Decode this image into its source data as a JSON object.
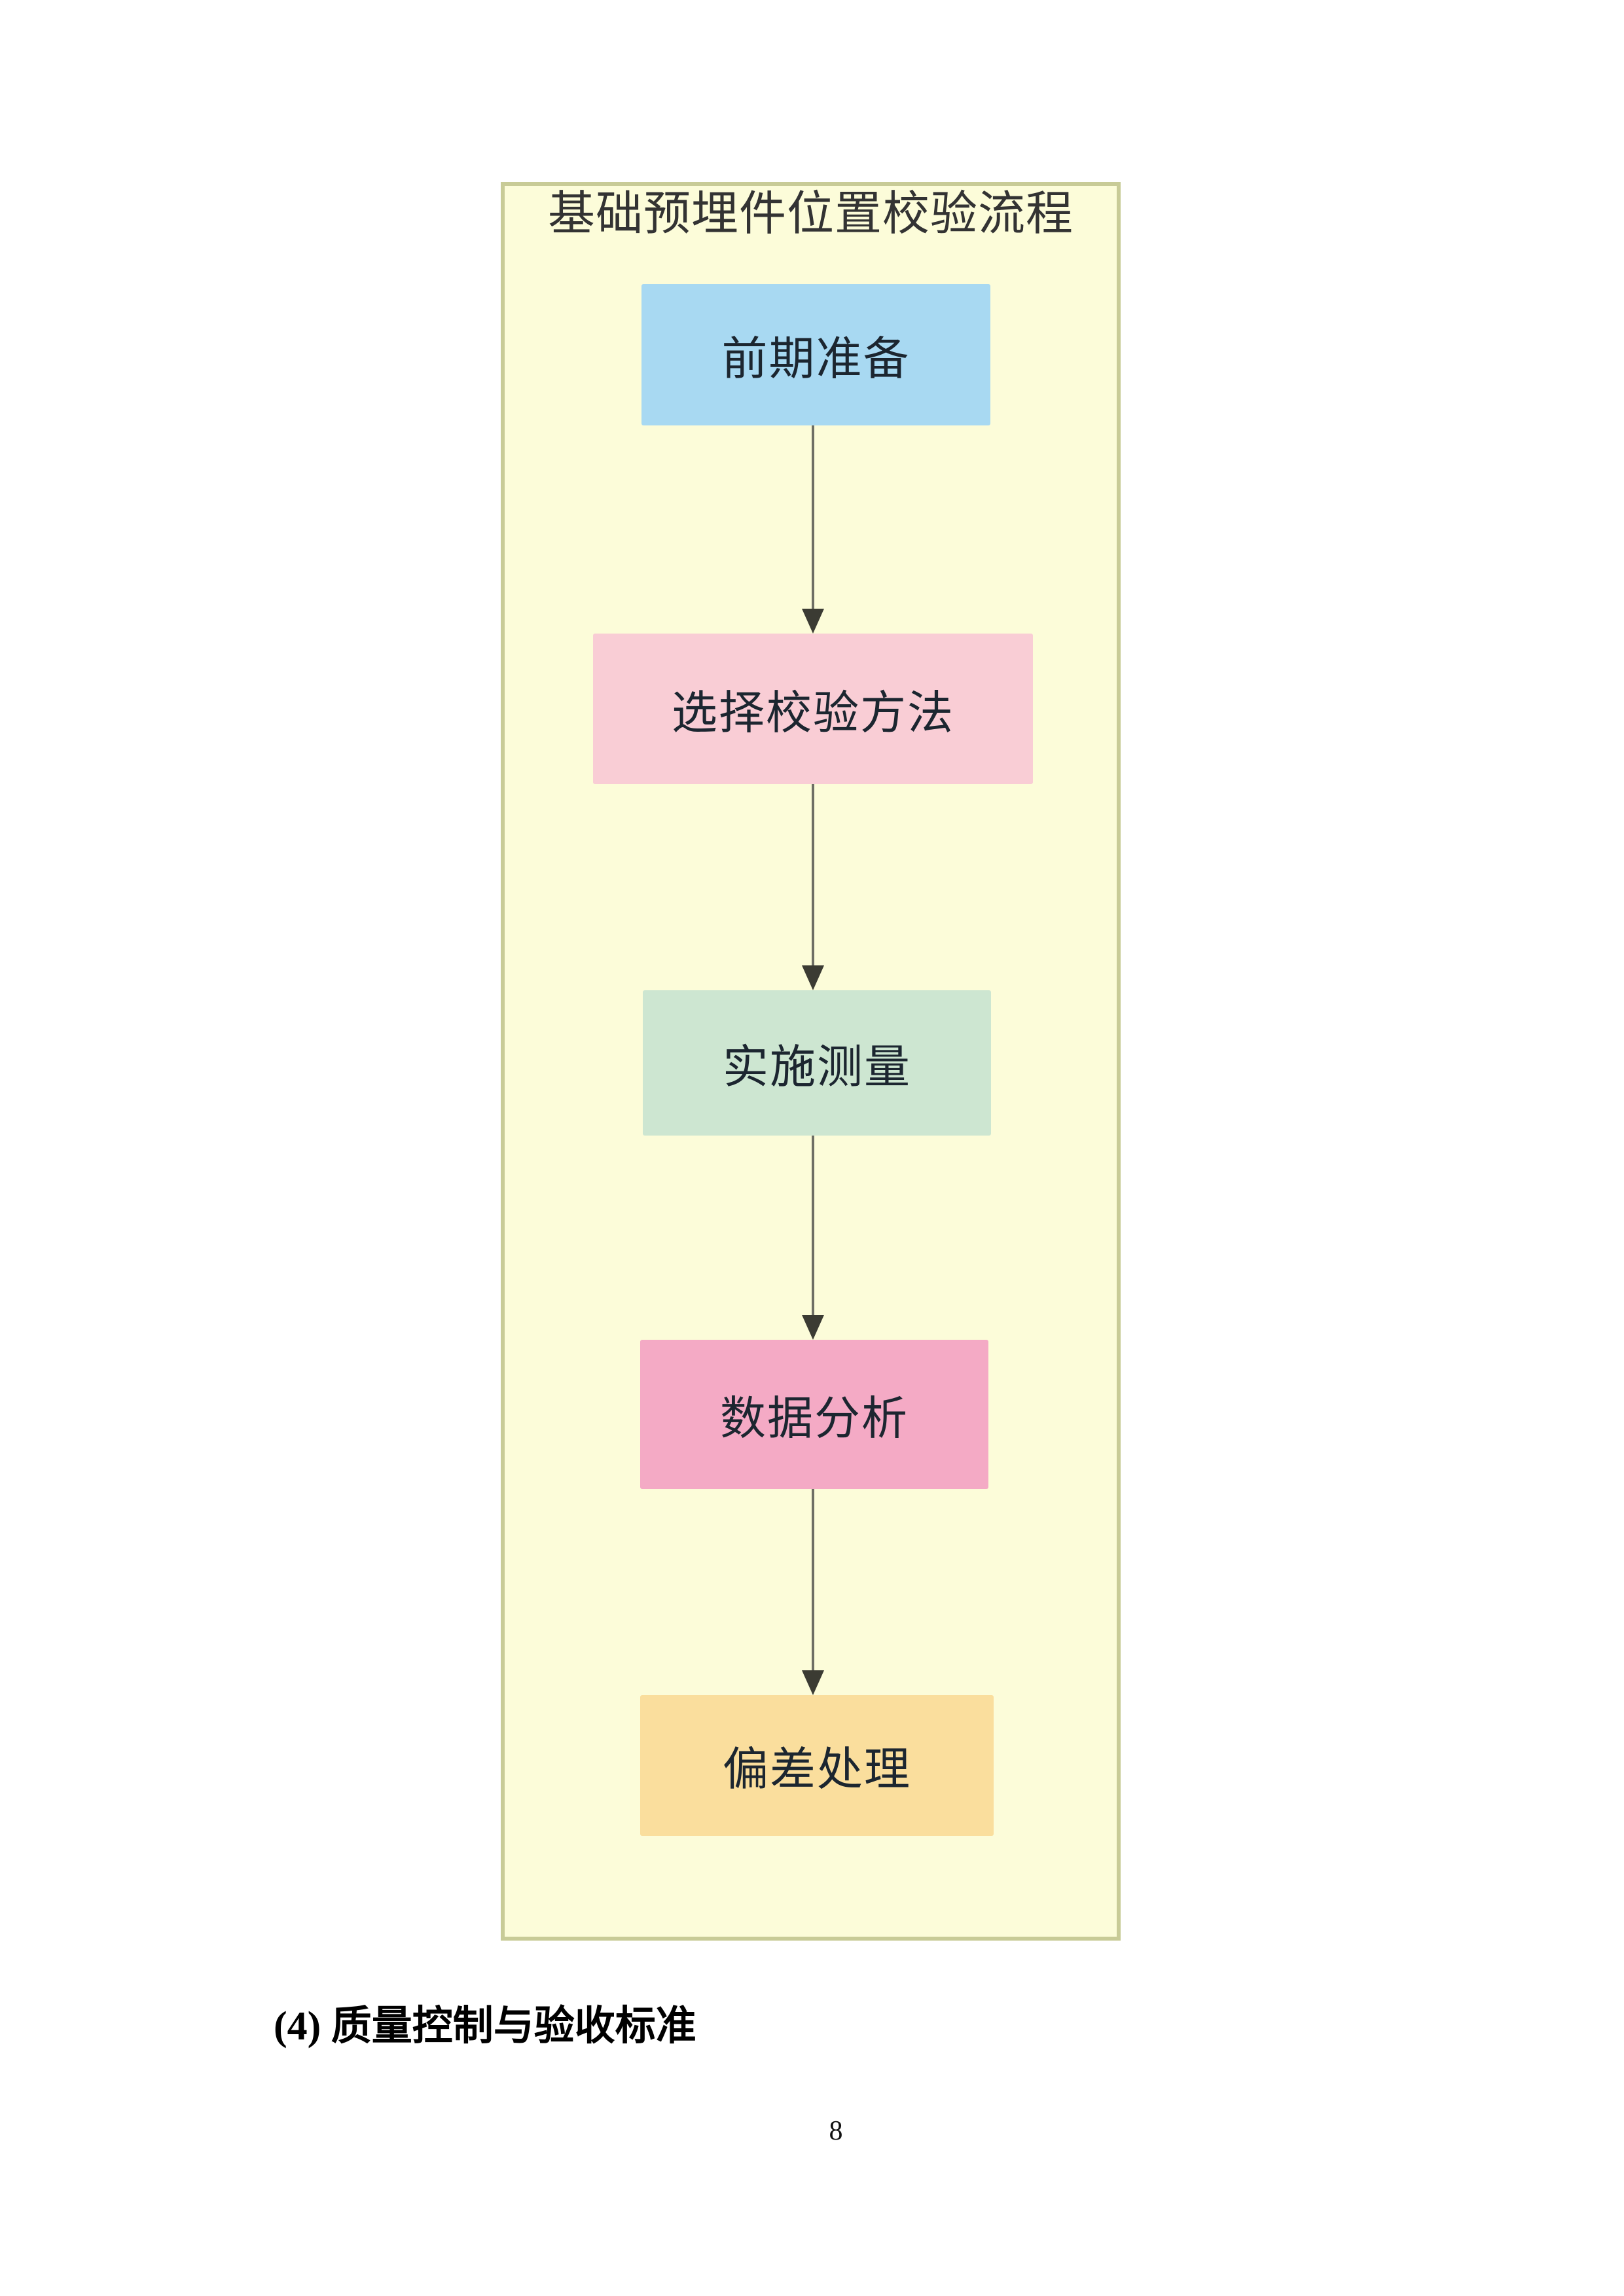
{
  "page": {
    "background": "#ffffff",
    "page_number": "8"
  },
  "section_heading": {
    "text": "(4) 质量控制与验收标准"
  },
  "flowchart": {
    "title": "基础预埋件位置校验流程",
    "panel_background": "#fcfcd9",
    "panel_border_color": "#c8cb97",
    "arrow_line_color": "#6e6e64",
    "arrow_head_color": "#3b3b33",
    "node_text_color": "#1c2630",
    "steps": [
      {
        "label": "前期准备",
        "color": "#a8d9f2"
      },
      {
        "label": "选择校验方法",
        "color": "#f9cdd5"
      },
      {
        "label": "实施测量",
        "color": "#cde6d1"
      },
      {
        "label": "数据分析",
        "color": "#f4aac5"
      },
      {
        "label": "偏差处理",
        "color": "#fade9d"
      }
    ]
  }
}
